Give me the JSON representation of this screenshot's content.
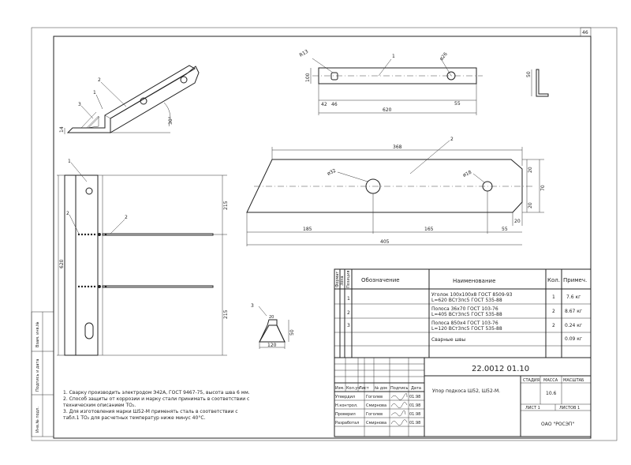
{
  "sheet": {
    "page_number": "46",
    "side_labels": [
      "Взам. инв.№",
      "Подпись и дата",
      "Инв.№ подл."
    ]
  },
  "views": {
    "iso": {
      "labels": [
        "1",
        "2",
        "3"
      ],
      "dims": [
        "14",
        "30°"
      ]
    },
    "strip1": {
      "callout": "1",
      "hole_left": "R13",
      "hole_right": "ø26",
      "dims": [
        "100",
        "42",
        "46",
        "55",
        "620"
      ]
    },
    "angle": {
      "dims": [
        "50"
      ]
    },
    "plate2": {
      "callout": "2",
      "holes": [
        "ø32",
        "ø18"
      ],
      "dims": [
        "368",
        "20",
        "70",
        "20",
        "20",
        "185",
        "165",
        "55",
        "405"
      ]
    },
    "elev": {
      "callouts": [
        "1",
        "2"
      ],
      "dims": [
        "620",
        "215",
        "215"
      ]
    },
    "plate3": {
      "callout": "3",
      "dims": [
        "20",
        "50",
        "120"
      ]
    }
  },
  "notes": [
    "1. Сварку производить электродом Э42А, ГОСТ 9467-75, высота шва 6 мм.",
    "2. Способ защиты от коррозии и марку стали принимать в соответствии с",
    "техническим описанием ТО₂.",
    "3. Для изготовления марки Ш52-М применять сталь в соответствии с",
    "табл.1 ТО₂ для расчетных температур ниже минус 40°С."
  ],
  "spec": {
    "headers": [
      "Формат",
      "Зона",
      "Позиция",
      "Обозначение",
      "Наименование",
      "Кол.",
      "Примеч."
    ],
    "rows": [
      {
        "pos": "1",
        "name1": "Уголок 100х100х8 ГОСТ 8509-93",
        "name2": "L=620   ВСт3пс5 ГОСТ 535-88",
        "qty": "1",
        "note": "7.6 кг"
      },
      {
        "pos": "2",
        "name1": "Полоса   36х70 ГОСТ 103-76",
        "name2": "L=405   ВСт3пс5 ГОСТ 535-88",
        "qty": "2",
        "note": "8.67 кг"
      },
      {
        "pos": "3",
        "name1": "Полоса   850х4 ГОСТ 103-76",
        "name2": "L=120   ВСт3пс5 ГОСТ 535-88",
        "qty": "2",
        "note": "0.24 кг"
      },
      {
        "pos": "",
        "name1": "Сварные швы",
        "name2": "",
        "qty": "",
        "note": "0.09 кг"
      }
    ]
  },
  "title_block": {
    "code": "22.0012   01.10",
    "title": "Упор подкоса  Ш52, Ш52-М.",
    "col_heads": [
      "Изм.",
      "Кол.уч",
      "Лист",
      "№ док",
      "Подпись",
      "Дата"
    ],
    "stage_label": "СТАДИЯ",
    "mass_label": "МАССА",
    "scale_label": "МАСШТАБ",
    "mass": "10.6",
    "sheet_label": "ЛИСТ 1",
    "sheets_label": "ЛИСТОВ 1",
    "org": "ОАО \"РОСЭП\"",
    "signers": [
      {
        "role": "Утвердил",
        "name": "Гоголев",
        "date": "01.98"
      },
      {
        "role": "Н.контрол.",
        "name": "Смирнова",
        "date": "01.98"
      },
      {
        "role": "Проверил",
        "name": "Гоголев",
        "date": "01.98"
      },
      {
        "role": "Разработал",
        "name": "Смирнова",
        "date": "01.98"
      }
    ]
  }
}
